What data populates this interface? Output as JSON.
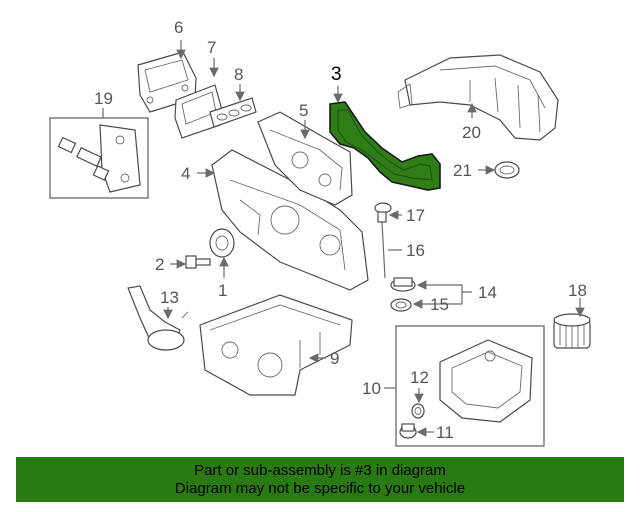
{
  "diagram": {
    "highlight_color": "#2e7d16",
    "callouts": {
      "c1": "1",
      "c2": "2",
      "c3": "3",
      "c4": "4",
      "c5": "5",
      "c6": "6",
      "c7": "7",
      "c8": "8",
      "c9": "9",
      "c10": "10",
      "c11": "11",
      "c12": "12",
      "c13": "13",
      "c14": "14",
      "c15": "15",
      "c16": "16",
      "c17": "17",
      "c18": "18",
      "c19": "19",
      "c20": "20",
      "c21": "21"
    }
  },
  "banner": {
    "line1": "Part or sub-assembly is #3 in diagram",
    "line2": "Diagram may not be specific to your vehicle",
    "background": "#2a7a13"
  }
}
